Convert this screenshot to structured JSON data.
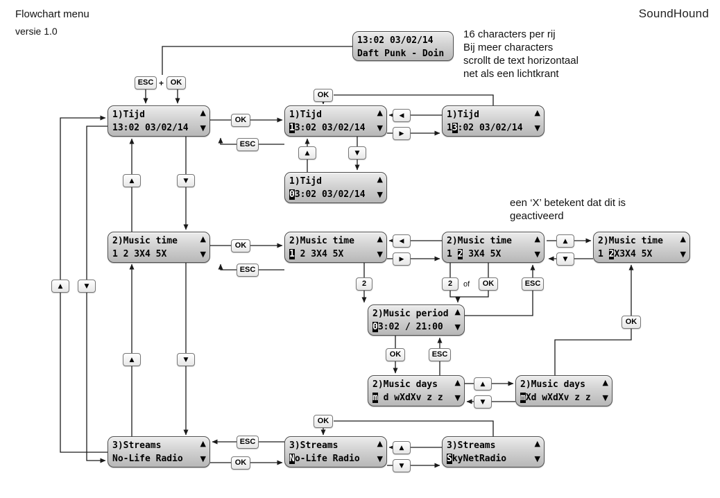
{
  "header": {
    "title": "Flowchart menu",
    "version": "versie 1.0",
    "brand": "SoundHound"
  },
  "notes": {
    "scroll": [
      "16 characters per rij",
      "Bij meer characters",
      "scrollt de text horizontaal",
      "net als een lichtkrant"
    ],
    "activated": [
      "een ‘X’ betekent dat dit is",
      "geactiveerd"
    ]
  },
  "keys": {
    "esc": "ESC",
    "ok": "OK",
    "two": "2",
    "plus": "+",
    "of": "of"
  },
  "glyphs": {
    "up": "▲",
    "down": "▼",
    "left": "◀",
    "right": "▶"
  },
  "lcds": {
    "clock": {
      "line1": [
        {
          "t": "13:02 03/02/14"
        }
      ],
      "line2": [
        {
          "t": "Daft Punk - Doin"
        }
      ]
    },
    "tijd_menu": {
      "line1": [
        {
          "t": "1)Tijd"
        }
      ],
      "line2": [
        {
          "t": "13:02 03/02/14"
        }
      ]
    },
    "tijd_cur1": {
      "line1": [
        {
          "t": "1)Tijd"
        }
      ],
      "line2": [
        {
          "t": "1",
          "inv": true
        },
        {
          "t": "3:02 03/02/14"
        }
      ]
    },
    "tijd_cur2": {
      "line1": [
        {
          "t": "1)Tijd"
        }
      ],
      "line2": [
        {
          "t": "1"
        },
        {
          "t": "3",
          "inv": true
        },
        {
          "t": ":02 03/02/14"
        }
      ]
    },
    "tijd_val": {
      "line1": [
        {
          "t": "1)Tijd"
        }
      ],
      "line2": [
        {
          "t": "0",
          "inv": true
        },
        {
          "t": "3:02 03/02/14"
        }
      ]
    },
    "music_menu": {
      "line1": [
        {
          "t": "2)Music time"
        }
      ],
      "line2": [
        {
          "t": "1 2 3X4 5X"
        }
      ]
    },
    "music_cur1": {
      "line1": [
        {
          "t": "2)Music time"
        }
      ],
      "line2": [
        {
          "t": "1",
          "inv": true
        },
        {
          "t": " 2 3X4 5X"
        }
      ]
    },
    "music_cur2": {
      "line1": [
        {
          "t": "2)Music time"
        }
      ],
      "line2": [
        {
          "t": "1 "
        },
        {
          "t": "2",
          "inv": true
        },
        {
          "t": " 3X4 5X"
        }
      ]
    },
    "music_act": {
      "line1": [
        {
          "t": "2)Music time"
        }
      ],
      "line2": [
        {
          "t": "1 "
        },
        {
          "t": "2",
          "inv": true
        },
        {
          "t": "X3X4 5X"
        }
      ]
    },
    "period": {
      "line1": [
        {
          "t": "2)Music period"
        }
      ],
      "line2": [
        {
          "t": "0",
          "inv": true
        },
        {
          "t": "3:02 / 21:00"
        }
      ]
    },
    "days1": {
      "line1": [
        {
          "t": "2)Music days"
        }
      ],
      "line2": [
        {
          "t": "m",
          "inv": true
        },
        {
          "t": " d wXdXv z z"
        }
      ]
    },
    "days2": {
      "line1": [
        {
          "t": "2)Music days"
        }
      ],
      "line2": [
        {
          "t": "m",
          "inv": true
        },
        {
          "t": "Xd wXdXv z z"
        }
      ]
    },
    "streams_menu": {
      "line1": [
        {
          "t": "3)Streams"
        }
      ],
      "line2": [
        {
          "t": "No-Life Radio"
        }
      ]
    },
    "streams_cur": {
      "line1": [
        {
          "t": "3)Streams"
        }
      ],
      "line2": [
        {
          "t": "N",
          "inv": true
        },
        {
          "t": "o-Life Radio"
        }
      ]
    },
    "streams_next": {
      "line1": [
        {
          "t": "3)Streams"
        }
      ],
      "line2": [
        {
          "t": "S",
          "inv": true
        },
        {
          "t": "kyNetRadio"
        }
      ]
    }
  }
}
